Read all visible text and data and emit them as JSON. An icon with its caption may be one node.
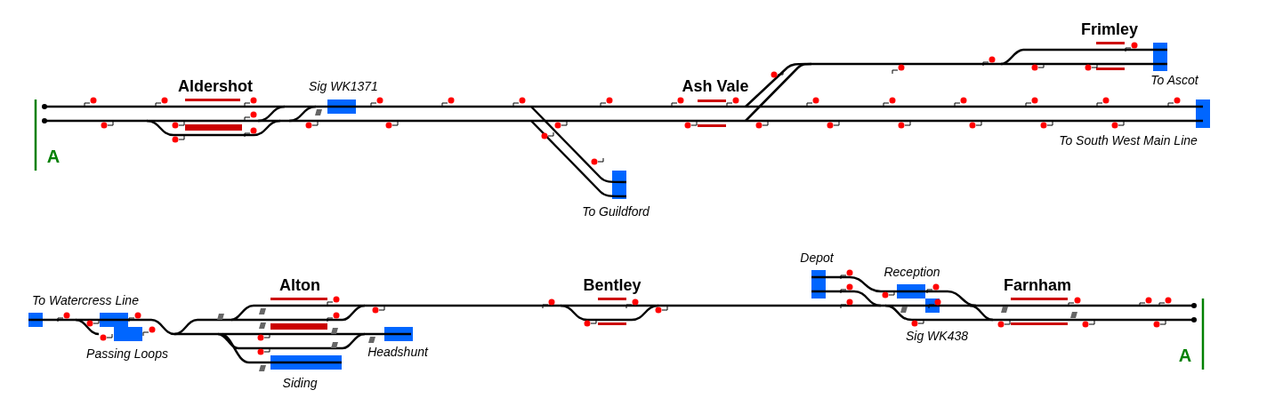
{
  "diagram": {
    "labels": [
      "Frimley",
      "Aldershot",
      "Sig WK1371",
      "Ash Vale",
      "To Ascot",
      "To South West Main Line",
      "A",
      "To Guildford",
      "Depot",
      "Reception",
      "To Watercress Line",
      "Alton",
      "Bentley",
      "Farnham",
      "Passing Loops",
      "Headshunt",
      "Sig WK438",
      "A",
      "Siding"
    ]
  }
}
